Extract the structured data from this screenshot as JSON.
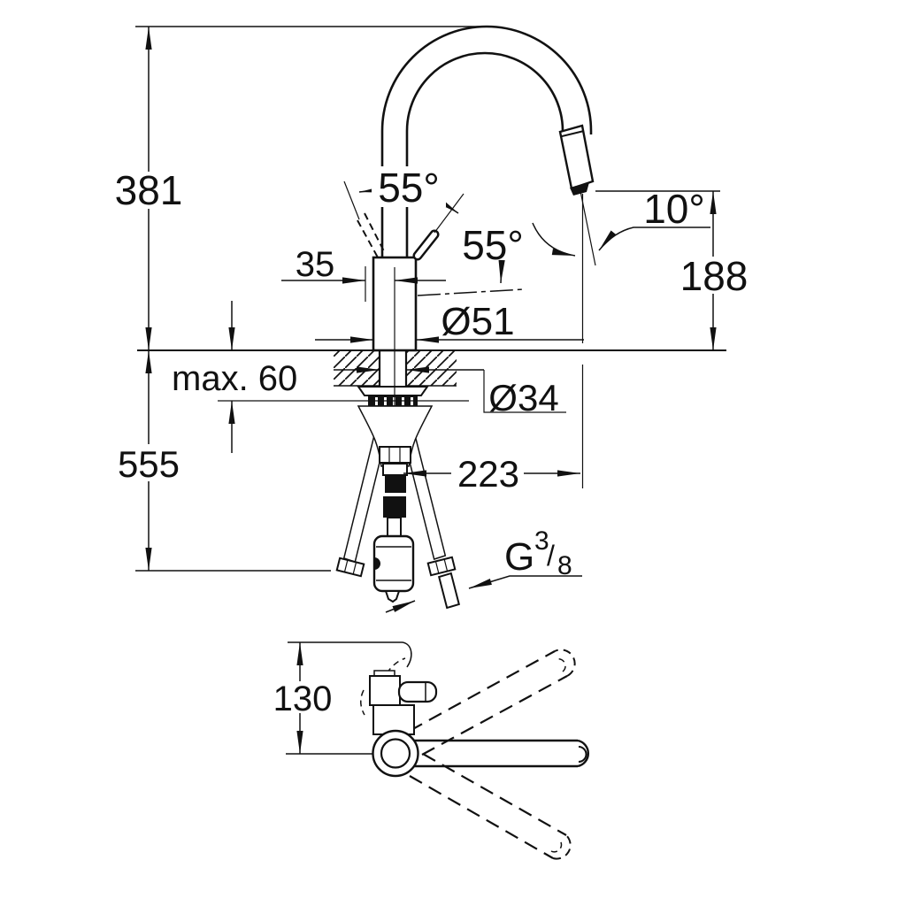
{
  "drawing": {
    "kind": "technical-dimension-drawing",
    "views": [
      "side-view",
      "top-view"
    ]
  },
  "colors": {
    "ink": "#111111",
    "background": "#ffffff"
  },
  "labels": {
    "total_height": "381",
    "handle_swing": "55°",
    "handle_tilt": "55°",
    "spray_angle": "10°",
    "handle_offset": "35",
    "outlet_height": "188",
    "body_diameter": "Ø51",
    "max_counter_thickness": "max. 60",
    "hole_diameter": "Ø34",
    "under_counter_depth": "555",
    "spout_reach": "223",
    "thread_g": "G",
    "thread_numerator": "3",
    "thread_slash": "/",
    "thread_denominator": "8",
    "top_view_offset": "130"
  }
}
